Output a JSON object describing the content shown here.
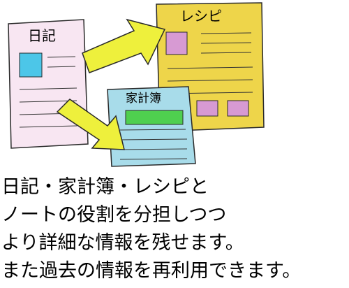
{
  "documents": {
    "diary": {
      "title": "日記",
      "colors": {
        "paper": "#f8e6f2",
        "photo": "#4cc6e8"
      }
    },
    "recipe": {
      "title": "レシピ",
      "colors": {
        "paper": "#eed54a",
        "photo": "#d79ad3",
        "boxes": "#d79ad3"
      }
    },
    "household_budget": {
      "title": "家計簿",
      "colors": {
        "paper": "#a8dcea",
        "bar": "#4fcf4f"
      }
    }
  },
  "arrows": {
    "color": "#eef03c"
  },
  "caption": {
    "lines": [
      "日記・家計簿・レシピと",
      "ノートの役割を分担しつつ",
      "より詳細な情報を残せます。",
      "また過去の情報を再利用できます。"
    ]
  }
}
